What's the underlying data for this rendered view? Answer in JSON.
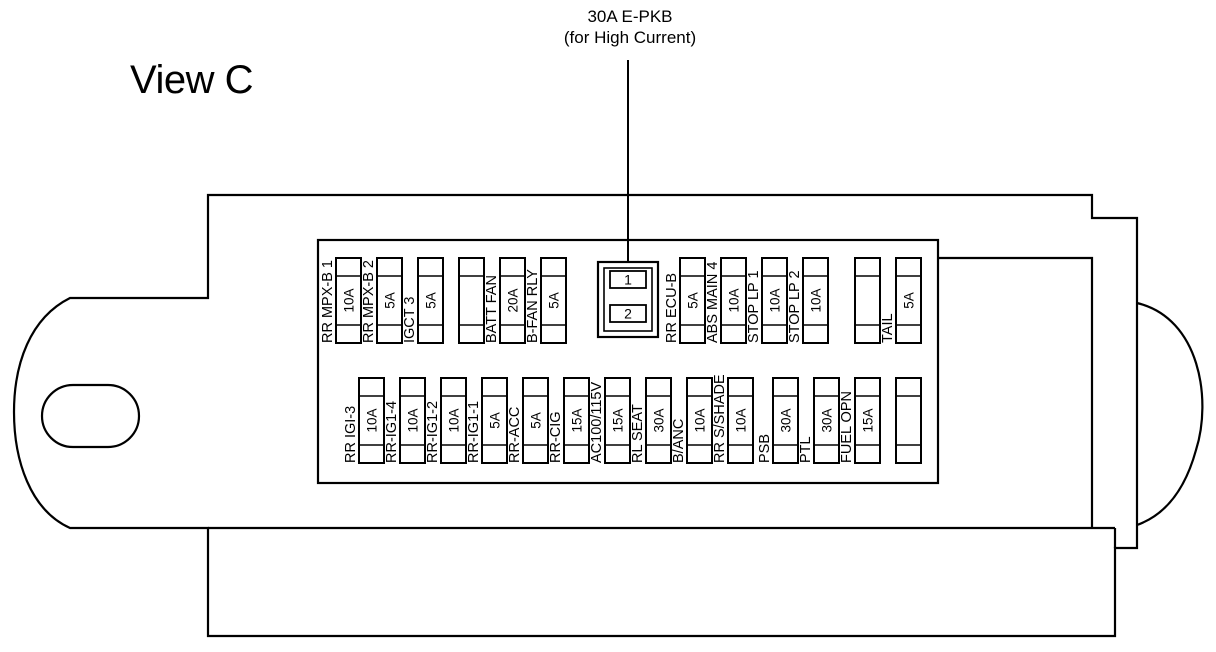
{
  "view_title": "View C",
  "callout": {
    "line1": "30A E-PKB",
    "line2": "(for High Current)"
  },
  "relay": {
    "slot1": "1",
    "slot2": "2"
  },
  "top_row": [
    {
      "label": "RR MPX-B 1",
      "amp": "10A"
    },
    {
      "label": "RR MPX-B 2",
      "amp": "5A"
    },
    {
      "label": "IGCT 3",
      "amp": "5A"
    },
    {
      "label": "",
      "amp": ""
    },
    {
      "label": "BATT FAN",
      "amp": "20A"
    },
    {
      "label": "B-FAN RLY",
      "amp": "5A"
    },
    {
      "label": "RR ECU-B",
      "amp": "5A"
    },
    {
      "label": "ABS MAIN 4",
      "amp": "10A"
    },
    {
      "label": "STOP LP 1",
      "amp": "10A"
    },
    {
      "label": "STOP LP 2",
      "amp": "10A"
    },
    {
      "label": "",
      "amp": ""
    },
    {
      "label": "TAIL",
      "amp": "5A"
    }
  ],
  "bottom_row": [
    {
      "label": "RR IGI-3",
      "amp": "10A"
    },
    {
      "label": "RR-IG1-4",
      "amp": "10A"
    },
    {
      "label": "RR-IG1-2",
      "amp": "10A"
    },
    {
      "label": "RR-IG1-1",
      "amp": "5A"
    },
    {
      "label": "RR-ACC",
      "amp": "5A"
    },
    {
      "label": "RR-CIG",
      "amp": "15A"
    },
    {
      "label": "AC100/115V",
      "amp": "15A"
    },
    {
      "label": "RL SEAT",
      "amp": "30A"
    },
    {
      "label": "B/ANC",
      "amp": "10A"
    },
    {
      "label": "RR S/SHADE",
      "amp": "10A"
    },
    {
      "label": "PSB",
      "amp": "30A"
    },
    {
      "label": "PTL",
      "amp": "30A"
    },
    {
      "label": "FUEL OPN",
      "amp": "15A"
    },
    {
      "label": "",
      "amp": ""
    }
  ]
}
